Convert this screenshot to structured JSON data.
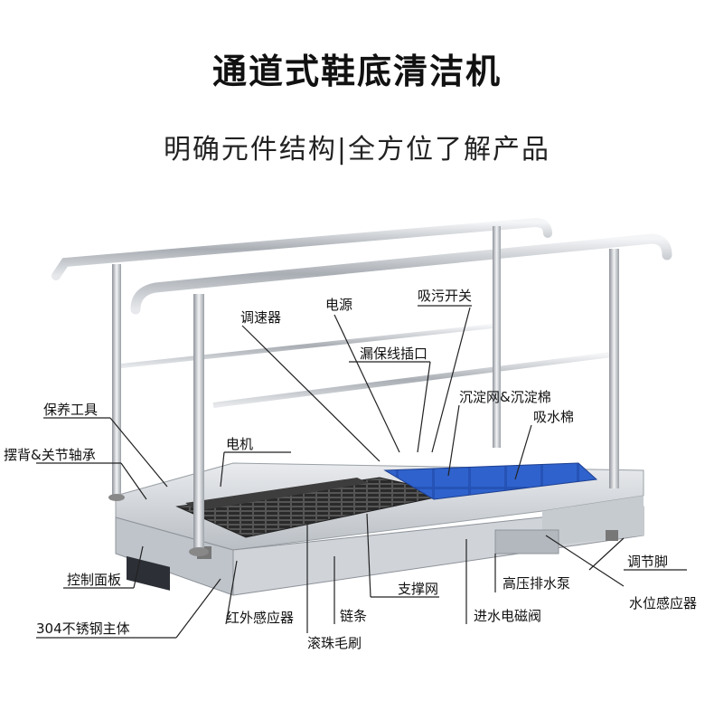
{
  "title": "通道式鞋底清洁机",
  "subtitle": "明确元件结构|全方位了解产品",
  "labels": {
    "speed_controller": "调速器",
    "power": "电源",
    "suction_switch": "吸污开关",
    "leakage_socket": "漏保线插口",
    "sediment_net": "沉淀网&沉淀棉",
    "absorbent_cotton": "吸水棉",
    "maintenance_tool": "保养工具",
    "swing_bearing": "摆背&关节轴承",
    "motor": "电机",
    "control_panel": "控制面板",
    "steel_body": "304不锈钢主体",
    "infrared_sensor": "红外感应器",
    "chain": "链条",
    "support_net": "支撑网",
    "inlet_valve": "进水电磁阀",
    "pump": "高压排水泵",
    "water_sensor": "水位感应器",
    "adjust_foot": "调节脚",
    "roller_brush": "滚珠毛刷"
  },
  "colors": {
    "steel": "#c9cdd2",
    "blue_pad": "#2f5fc7",
    "grid": "#3a3a3a",
    "leader": "#222222"
  }
}
